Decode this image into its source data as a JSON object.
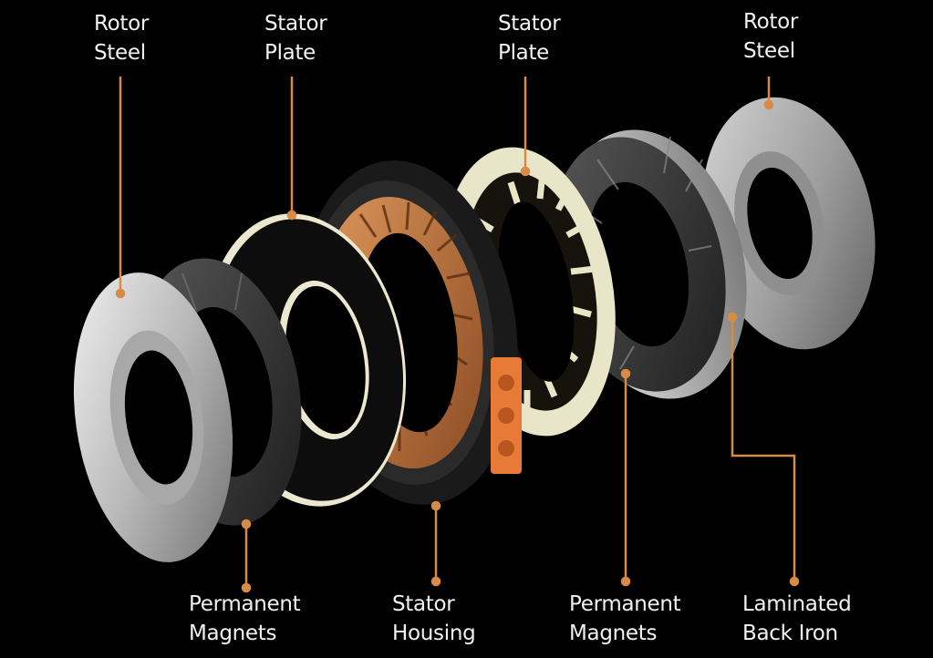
{
  "colors": {
    "background": "#000000",
    "leader": "#d98a45",
    "text": "#f2f2f2",
    "copper": "#c8763d",
    "connector": "#e87a38",
    "cream": "#ece8cf"
  },
  "labels": {
    "rotor_steel_left": {
      "line1": "Rotor",
      "line2": "Steel"
    },
    "stator_plate_left": {
      "line1": "Stator",
      "line2": "Plate"
    },
    "stator_plate_right": {
      "line1": "Stator",
      "line2": "Plate"
    },
    "rotor_steel_right": {
      "line1": "Rotor",
      "line2": "Steel"
    },
    "magnets_left": {
      "line1": "Permanent",
      "line2": "Magnets"
    },
    "stator_housing": {
      "line1": "Stator",
      "line2": "Housing"
    },
    "magnets_right": {
      "line1": "Permanent",
      "line2": "Magnets"
    },
    "back_iron": {
      "line1": "Laminated",
      "line2": "Back Iron"
    }
  }
}
